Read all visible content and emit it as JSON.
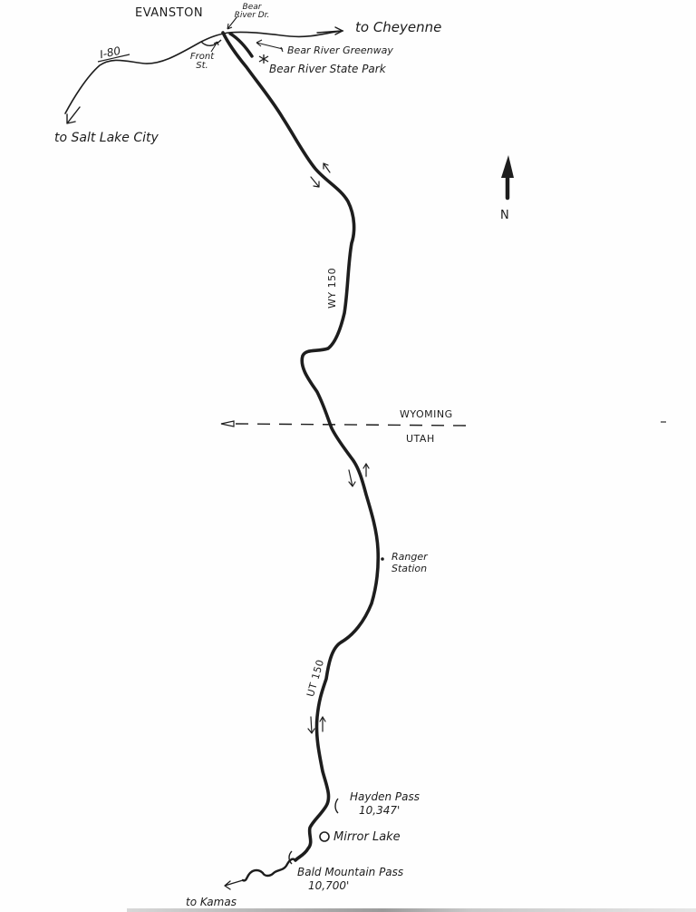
{
  "map": {
    "title_city": "EVANSTON",
    "compass": {
      "label": "N",
      "icon": "north-arrow-icon"
    },
    "roads": {
      "interstate": "I-80",
      "wyoming_highway": "WY 150",
      "utah_highway": "UT 150",
      "front_street": "Front St.",
      "bear_river_drive": "Bear River Dr."
    },
    "destinations": {
      "east": "to Cheyenne",
      "west": "to Salt Lake City",
      "southwest": "to Kamas"
    },
    "points_of_interest": [
      {
        "name": "Bear River Greenway",
        "icon": "arrow-pointer-icon"
      },
      {
        "name": "Bear River State Park",
        "icon": "asterisk-icon"
      },
      {
        "name": "Ranger Station",
        "icon": "dot-icon"
      },
      {
        "name": "Hayden Pass",
        "elevation": "10,347'",
        "icon": "pass-icon"
      },
      {
        "name": "Mirror Lake",
        "icon": "circle-lake-icon"
      },
      {
        "name": "Bald Mountain Pass",
        "elevation": "10,700'",
        "icon": "pass-icon"
      }
    ],
    "state_border": {
      "north": "WYOMING",
      "south": "UTAH"
    },
    "colors": {
      "ink": "#1d1d1d",
      "paper": "#fefefe"
    }
  }
}
